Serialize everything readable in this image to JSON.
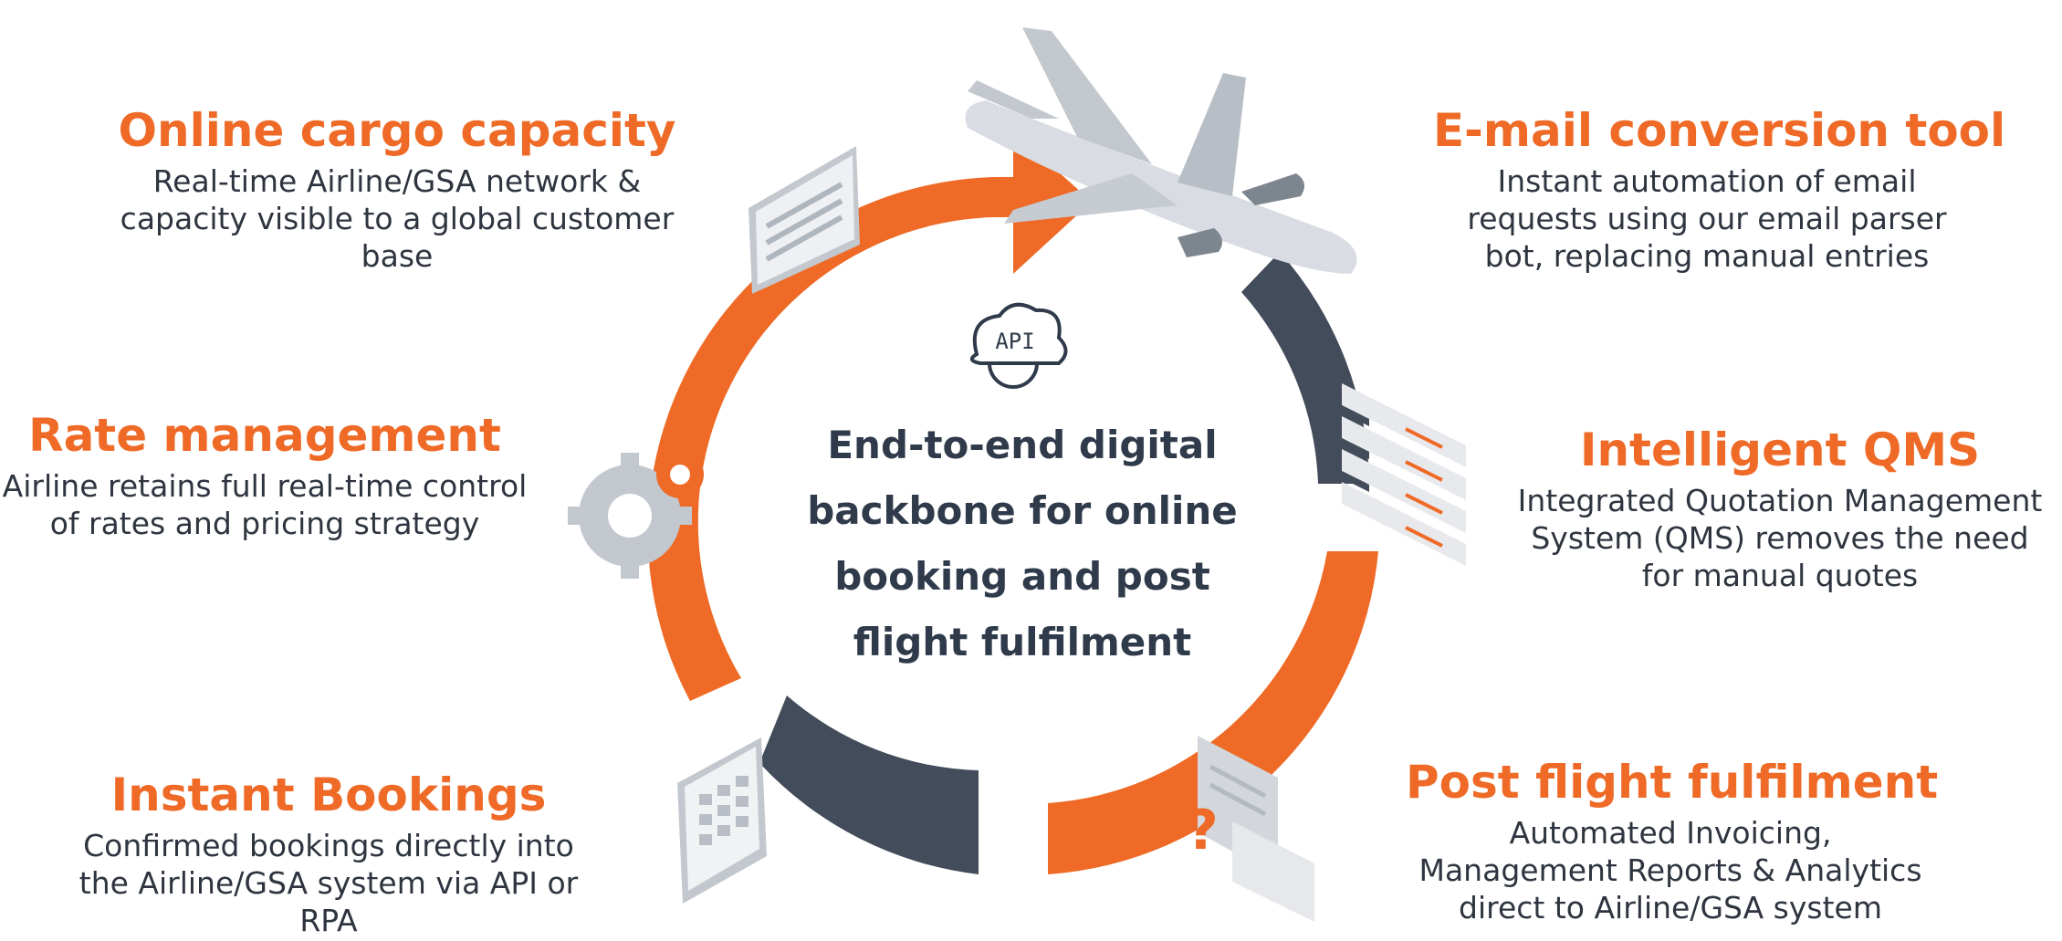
{
  "center": {
    "text": "End-to-end digital backbone for online booking and post flight fulfilment",
    "api_badge": "API"
  },
  "features": {
    "online_cargo": {
      "title": "Online cargo capacity",
      "description": "Real-time Airline/GSA network & capacity visible to a global customer base"
    },
    "rate_management": {
      "title": "Rate management",
      "description": "Airline retains full real-time control of rates and pricing strategy"
    },
    "instant_bookings": {
      "title": "Instant Bookings",
      "description": "Confirmed bookings directly into the Airline/GSA system via API or RPA"
    },
    "email_conversion": {
      "title": "E-mail conversion tool",
      "description": "Instant automation of email requests  using our email parser bot, replacing manual entries"
    },
    "intelligent_qms": {
      "title": "Intelligent QMS",
      "description": "Integrated Quotation Management System (QMS) removes the need for manual quotes"
    },
    "post_flight": {
      "title": "Post flight fulfilment",
      "description": "Automated Invoicing, Management Reports & Analytics direct to Airline/GSA system"
    }
  },
  "colors": {
    "accent": "#ee6a26",
    "dark_segment": "#434c5a",
    "title_text": "#2f3a4a",
    "plane": "#d9dde3"
  },
  "icons": [
    "airplane-icon",
    "api-cloud-gear-icon",
    "document-list-icon",
    "gears-icon",
    "spreadsheet-icon",
    "quote-cards-icon",
    "chat-question-icon"
  ]
}
